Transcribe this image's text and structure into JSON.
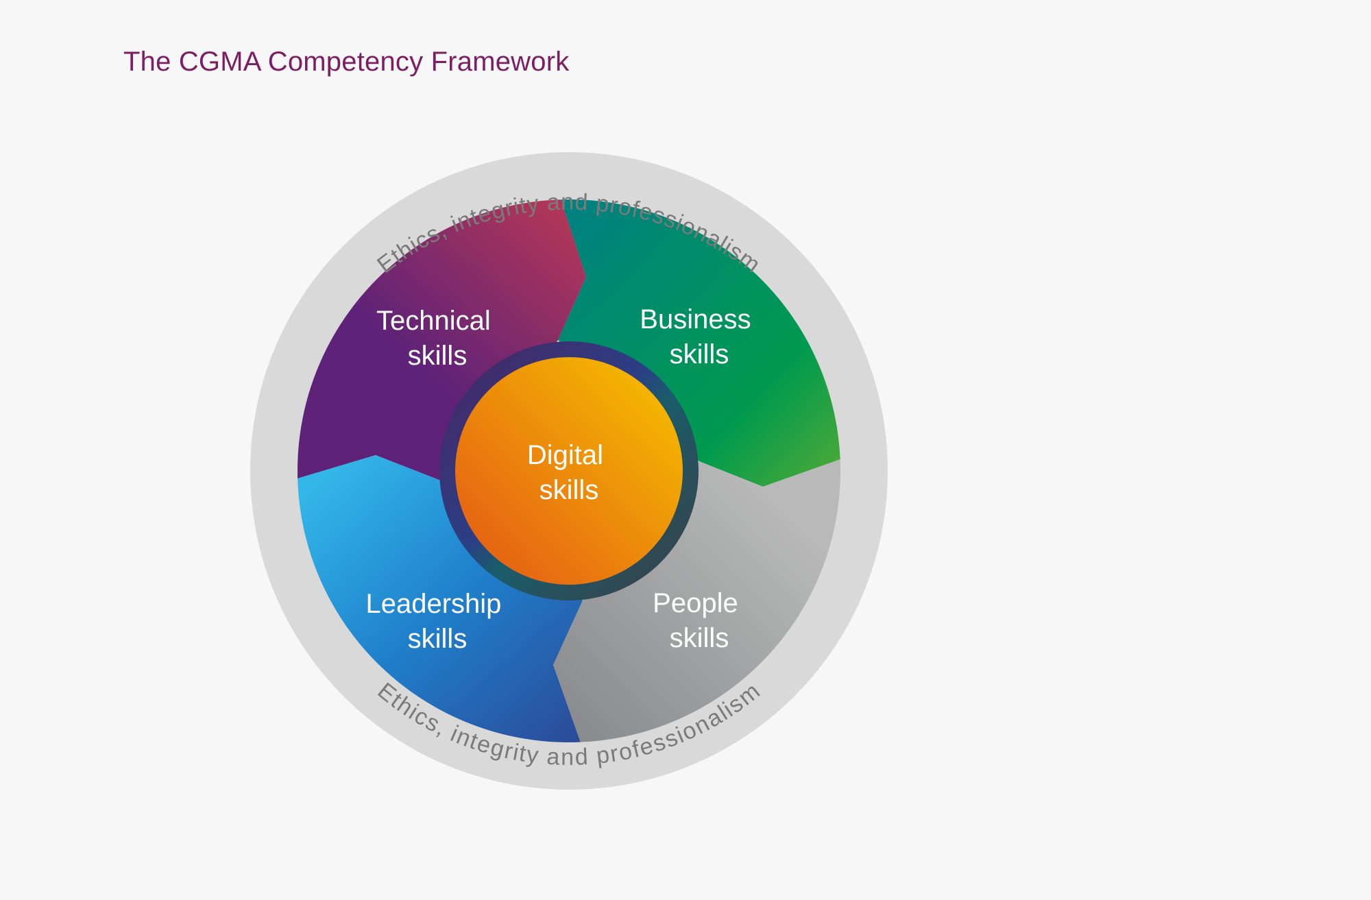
{
  "title": "The CGMA Competency Framework",
  "ring": {
    "top_text": "Ethics, integrity and professionalism",
    "bottom_text": "Ethics, integrity and professionalism"
  },
  "segments": {
    "technical": {
      "line1": "Technical",
      "line2": "skills"
    },
    "business": {
      "line1": "Business",
      "line2": "skills"
    },
    "leadership": {
      "line1": "Leadership",
      "line2": "skills"
    },
    "people": {
      "line1": "People",
      "line2": "skills"
    }
  },
  "center": {
    "line1": "Digital",
    "line2": "skills"
  },
  "colors": {
    "title": "#7b1e62",
    "technical": [
      "#5e2278",
      "#b03a5c"
    ],
    "business": [
      "#00857f",
      "#46a836"
    ],
    "leadership": [
      "#36b8ea",
      "#2a4f9c"
    ],
    "people": [
      "#c4c5c4",
      "#8f9092"
    ],
    "digital": [
      "#f3b800",
      "#e86712"
    ],
    "ring": "#d9d9d9"
  }
}
